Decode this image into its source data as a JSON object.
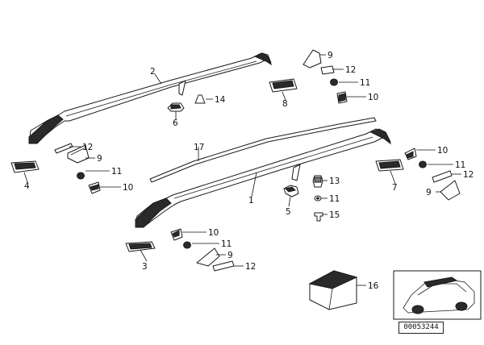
{
  "callouts": {
    "c1": "1",
    "c2": "2",
    "c3": "3",
    "c4": "4",
    "c5": "5",
    "c6": "6",
    "c7": "7",
    "c8": "8",
    "c9a": "9",
    "c9b": "9",
    "c9c": "9",
    "c9d": "9",
    "c10a": "10",
    "c10b": "10",
    "c10c": "10",
    "c10d": "10",
    "c11a": "11",
    "c11b": "11",
    "c11c": "11",
    "c11d": "11",
    "c11e": "11",
    "c12a": "12",
    "c12b": "12",
    "c12c": "12",
    "c12d": "12",
    "c13": "13",
    "c14": "14",
    "c15": "15",
    "c16": "16",
    "c17": "17"
  },
  "reference_number": "00053244",
  "colors": {
    "line": "#1a1a1a",
    "fill_dark": "#2a2a2a",
    "background": "#ffffff"
  }
}
